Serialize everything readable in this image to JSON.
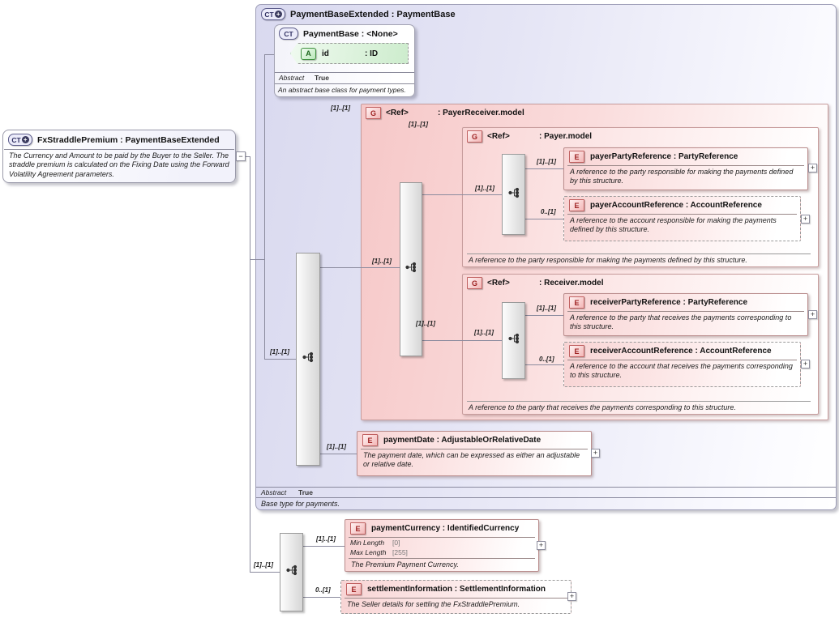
{
  "icons": {
    "complex_type": "CT",
    "extension_plus": "+",
    "group": "G",
    "element": "E",
    "attribute": "A",
    "expand": "+",
    "collapse": "−"
  },
  "fx_straddle_premium": {
    "title": "FxStraddlePremium : PaymentBaseExtended",
    "annotation": "The Currency and Amount to be paid by the Buyer to the Seller. The straddle premium is calculated on the Fixing Date using the Forward Volatility Agreement parameters."
  },
  "payment_base_extended": {
    "title": "PaymentBaseExtended : PaymentBase",
    "abstract": {
      "label": "Abstract",
      "value": "True"
    },
    "annotation": "Base type for payments.",
    "seq_cardinality": "[1]..[1]",
    "payment_base": {
      "title": "PaymentBase : <None>",
      "attribute_id": {
        "name": "id",
        "type": ": ID"
      },
      "abstract": {
        "label": "Abstract",
        "value": "True"
      },
      "annotation": "An abstract base class for payment types."
    },
    "payer_receiver_group": {
      "name": "<Ref>",
      "type": ": PayerReceiver.model",
      "cardinality": "[1]..[1]",
      "seq_cardinality": "[1]..[1]",
      "payer_group": {
        "name": "<Ref>",
        "type": ": Payer.model",
        "cardinality": "[1]..[1]",
        "seq_cardinality": "[1]..[1]",
        "annotation": "A reference to the party responsible for making the payments defined by this structure.",
        "payer_party_reference": {
          "title": "payerPartyReference : PartyReference",
          "cardinality": "[1]..[1]",
          "annotation": "A reference to the party responsible for making the payments defined by this structure."
        },
        "payer_account_reference": {
          "title": "payerAccountReference : AccountReference",
          "cardinality": "0..[1]",
          "annotation": "A reference to the account responsible for making the payments defined by this structure."
        }
      },
      "receiver_group": {
        "name": "<Ref>",
        "type": ": Receiver.model",
        "cardinality": "[1]..[1]",
        "seq_cardinality": "[1]..[1]",
        "annotation": "A reference to the party that receives the payments corresponding to this structure.",
        "receiver_party_reference": {
          "title": "receiverPartyReference : PartyReference",
          "cardinality": "[1]..[1]",
          "annotation": "A reference to the party that receives the payments corresponding to this structure."
        },
        "receiver_account_reference": {
          "title": "receiverAccountReference : AccountReference",
          "cardinality": "0..[1]",
          "annotation": "A reference to the account that receives the payments corresponding to this structure."
        }
      }
    },
    "payment_date": {
      "title": "paymentDate : AdjustableOrRelativeDate",
      "cardinality": "[1]..[1]",
      "annotation": "The payment date, which can be expressed as either an adjustable or relative date."
    }
  },
  "extension": {
    "seq_cardinality": "[1]..[1]",
    "payment_currency": {
      "title": "paymentCurrency : IdentifiedCurrency",
      "cardinality": "[1]..[1]",
      "facets": [
        {
          "label": "Min Length",
          "value": "[0]"
        },
        {
          "label": "Max Length",
          "value": "[255]"
        }
      ],
      "annotation": "The Premium Payment Currency."
    },
    "settlement_information": {
      "title": "settlementInformation : SettlementInformation",
      "cardinality": "0..[1]",
      "annotation": "The Seller details for settling the FxStraddlePremium."
    }
  }
}
